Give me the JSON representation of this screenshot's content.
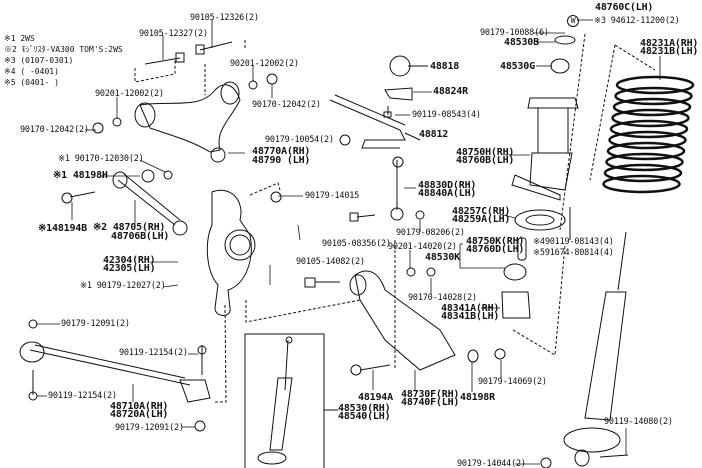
{
  "legend": [
    {
      "mark": "※1",
      "text": "2WS"
    },
    {
      "mark": "※2",
      "text": "ﾓｼﾞﾘｽﾀ-VA300 TOM'S:2WS"
    },
    {
      "mark": "※3",
      "text": "(0107-0301)"
    },
    {
      "mark": "※4",
      "text": "(      -0401)"
    },
    {
      "mark": "※5",
      "text": "(0401-      )"
    }
  ],
  "labels": {
    "p90105_12326": "90105-12326(2)",
    "p90105_12327": "90105-12327(2)",
    "p90201_12002_a": "90201-12002(2)",
    "p90170_12042_a": "90170-12042(2)",
    "p90201_12002_b": "90201-12002(2)",
    "p90170_12042_b": "90170-12042(2)",
    "p90179_10054": "90179-10054(2)",
    "p48770A": "48770A(RH)",
    "p48790": "48790  (LH)",
    "p90170_12030": "※1 90170-12030(2)",
    "p48198H": "※1 48198H",
    "p90179_14015": "90179-14015",
    "p48194B": "※148194B",
    "p48705": "※2 48705(RH)",
    "p48706B": "48706B(LH)",
    "p42304": "42304(RH)",
    "p42305": "42305(LH)",
    "p90179_12027": "※1 90179-12027(2)",
    "p90179_12091_a": "90179-12091(2)",
    "p90119_12154_a": "90119-12154(2)",
    "p90119_12154_b": "90119-12154(2)",
    "p48710A": "48710A(RH)",
    "p48720A": "48720A(LH)",
    "p90179_12091_b": "90179-12091(2)",
    "p48530": "48530(RH)",
    "p48540": "48540(LH)",
    "p48818": "48818",
    "p48824R": "48824R",
    "p90119_08543": "90119-08543(4)",
    "p48812": "48812",
    "p48830D": "48830D(RH)",
    "p48840A": "48840A(LH)",
    "p90105_08356": "90105-08356(2)",
    "p90179_08206": "90179-08206(2)",
    "p90201_14020": "90201-14020(2)",
    "p90105_14082": "90105-14082(2)",
    "p48750K": "48750K(RH)",
    "p48760D": "48760D(LH)",
    "p48530K": "48530K",
    "p90170_14028": "90170-14028(2)",
    "p48341A": "48341A(RH)",
    "p48341B": "48341B(LH)",
    "p48194A": "48194A",
    "p48730F": "48730F(RH)",
    "p48740F": "48740F(LH)",
    "p48198R": "48198R",
    "p90179_14069": "90179-14069(2)",
    "p90179_10088": "90179-10088(6)",
    "p48530B": "48530B",
    "p48530G": "48530G",
    "p48750H": "48750H(RH)",
    "p48760B": "48760B(LH)",
    "p48257C": "48257C(RH)",
    "p48259A": "48259A(LH)",
    "p48231A": "48231A(RH)",
    "p48231B": "48231B(LH)",
    "p94612_11200": "※3 94612-11200(2)",
    "w_mark": "W",
    "p48760C": "48760C(LH)",
    "p90119_08143": "※490119-08143(4)",
    "p91674_80814": "※591674-80814(4)",
    "p90119_14080": "90119-14080(2)",
    "p90179_14044": "90179-14044(2)"
  }
}
